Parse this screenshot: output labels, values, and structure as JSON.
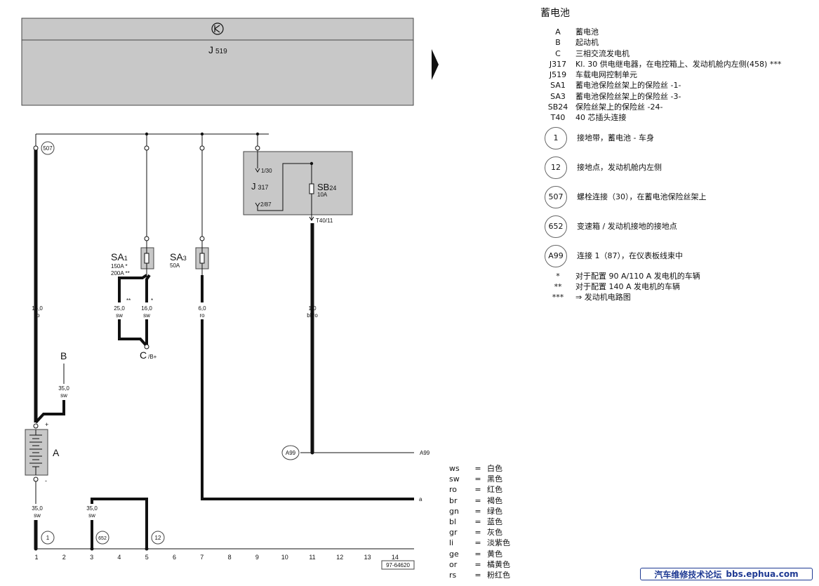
{
  "header": {
    "icon": "ground-symbol",
    "unit": "J",
    "unit_sub": "519"
  },
  "legend": {
    "title": "蓄电池",
    "items": [
      {
        "key": "A",
        "text": "蓄电池"
      },
      {
        "key": "B",
        "text": "起动机"
      },
      {
        "key": "C",
        "text": "三相交流发电机"
      },
      {
        "key": "J317",
        "text": "Kl. 30 供电继电器，在电控箱上、发动机舱内左侧(458) ***"
      },
      {
        "key": "J519",
        "text": "车载电网控制单元"
      },
      {
        "key": "SA1",
        "text": "蓄电池保险丝架上的保险丝 -1-"
      },
      {
        "key": "SA3",
        "text": "蓄电池保险丝架上的保险丝 -3-"
      },
      {
        "key": "SB24",
        "text": "保险丝架上的保险丝 -24-"
      },
      {
        "key": "T40",
        "text": "40 芯插头连接"
      }
    ],
    "circles": [
      {
        "key": "1",
        "text": "接地带，蓄电池 - 车身"
      },
      {
        "key": "12",
        "text": "接地点，发动机舱内左侧"
      },
      {
        "key": "507",
        "text": "螺栓连接（30），在蓄电池保险丝架上"
      },
      {
        "key": "652",
        "text": "变速箱 / 发动机接地的接地点"
      },
      {
        "key": "A99",
        "text": "连接 1（87），在仪表板线束中"
      }
    ],
    "notes": [
      {
        "key": "*",
        "text": "对于配置 90 A/110 A 发电机的车辆"
      },
      {
        "key": "**",
        "text": "对于配置 140 A 发电机的车辆"
      },
      {
        "key": "***",
        "text": "⇒ 发动机电路图"
      }
    ]
  },
  "colors": [
    {
      "code": "ws",
      "eq": "=",
      "name": "白色"
    },
    {
      "code": "sw",
      "eq": "=",
      "name": "黑色"
    },
    {
      "code": "ro",
      "eq": "=",
      "name": "红色"
    },
    {
      "code": "br",
      "eq": "=",
      "name": "褐色"
    },
    {
      "code": "gn",
      "eq": "=",
      "name": "绿色"
    },
    {
      "code": "bl",
      "eq": "=",
      "name": "蓝色"
    },
    {
      "code": "gr",
      "eq": "=",
      "name": "灰色"
    },
    {
      "code": "li",
      "eq": "=",
      "name": "淡紫色"
    },
    {
      "code": "ge",
      "eq": "=",
      "name": "黄色"
    },
    {
      "code": "or",
      "eq": "=",
      "name": "橘黄色"
    },
    {
      "code": "rs",
      "eq": "=",
      "name": "粉红色"
    }
  ],
  "diagram": {
    "circle_507": "507",
    "relay": "J",
    "relay_sub": "317",
    "relay_pin1": "1/30",
    "relay_pin2": "2/87",
    "sb": "SB",
    "sb_sub": "24",
    "sb_rating": "10A",
    "connector": "T40/11",
    "sa1": "SA",
    "sa1_sub": "1",
    "sa1_r1": "150A *",
    "sa1_r2": "200A **",
    "sa3": "SA",
    "sa3_sub": "3",
    "sa3_r": "50A",
    "w_16_0": "16,0",
    "w_ro": "ro",
    "w_25_0": "25,0",
    "w_sw": "sw",
    "w_6_0": "6,0",
    "w_1_0": "1,0",
    "w_blro": "bl/ro",
    "star2": "**",
    "star1": "*",
    "c_label": "C",
    "c_sub": "/B+",
    "b_label": "B",
    "w_35_0": "35,0",
    "a_label": "A",
    "plus": "+",
    "minus": "-",
    "circle_a99": "A99",
    "end_a99": "A99",
    "end_a": "a",
    "circle_1": "1",
    "circle_652": "652",
    "circle_12": "12",
    "doc_number": "97-64620",
    "grid": [
      "1",
      "2",
      "3",
      "4",
      "5",
      "6",
      "7",
      "8",
      "9",
      "10",
      "11",
      "12",
      "13",
      "14"
    ]
  },
  "footer": {
    "forum": "汽车维修技术论坛",
    "url": "bbs.ephua.com"
  }
}
